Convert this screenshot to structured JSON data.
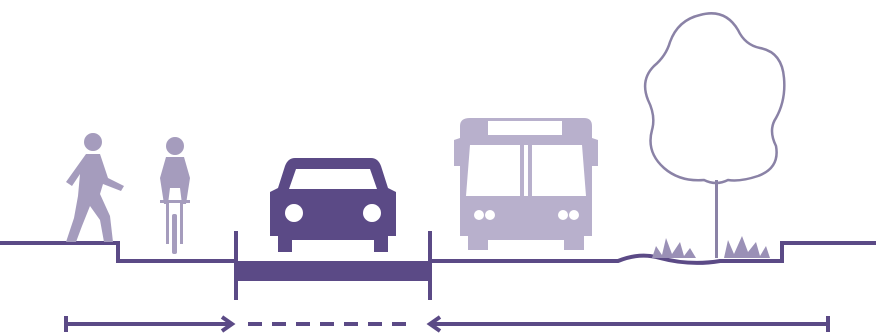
{
  "diagram": {
    "kind": "street-cross-section",
    "colors": {
      "dark": "#5b4a86",
      "light": "#a59cbd",
      "lightest": "#b8b0cc",
      "outline": "#8a82a6",
      "ground": "#5b4a86",
      "grass": "#9a90b6",
      "background": "#ffffff"
    },
    "elements": [
      {
        "id": "pedestrian",
        "icon": "walking-person-icon"
      },
      {
        "id": "cyclist",
        "icon": "bicycle-rider-icon"
      },
      {
        "id": "car",
        "icon": "car-front-icon"
      },
      {
        "id": "bus",
        "icon": "bus-front-icon"
      },
      {
        "id": "tree",
        "icon": "tree-outline-icon"
      },
      {
        "id": "grass",
        "icon": "grass-tuft-icon"
      }
    ],
    "dimension_line": {
      "left_segment": "solid",
      "middle_segment": "dashed",
      "right_segment": "solid"
    }
  }
}
